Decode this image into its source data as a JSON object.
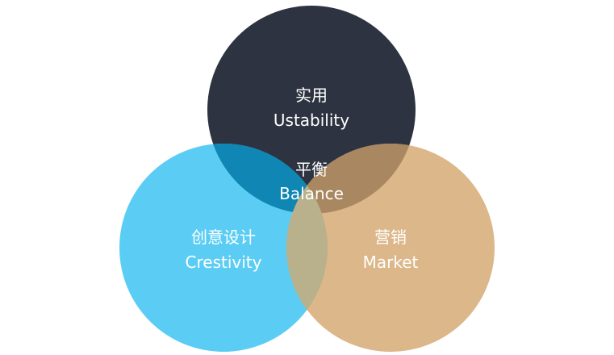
{
  "diagram": {
    "type": "venn",
    "sets": [
      {
        "id": "top",
        "label_zh": "实用",
        "label_en": "Ustability",
        "color": "#2e3341"
      },
      {
        "id": "left",
        "label_zh": "创意设计",
        "label_en": "Crestivity",
        "color": "#5bcdf4"
      },
      {
        "id": "right",
        "label_zh": "营销",
        "label_en": "Market",
        "color": "#dcb78a"
      }
    ],
    "center": {
      "label_zh": "平衡",
      "label_en": "Balance"
    },
    "overlap_colors": {
      "top_left": "#0f86b3",
      "top_right": "#a98861",
      "left_right": "#b8b18c"
    }
  }
}
